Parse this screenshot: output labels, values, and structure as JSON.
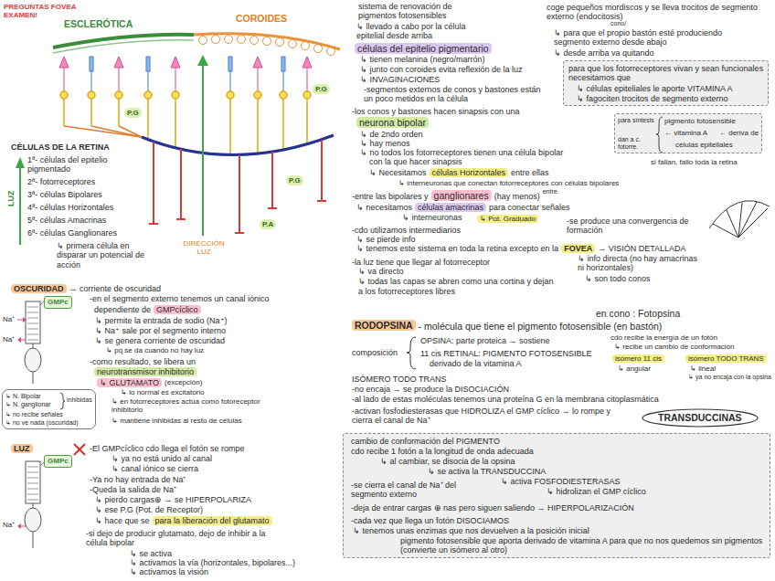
{
  "diagram": {
    "title": "PREGUNTAS FOVEA EXAMEN!",
    "nodes": [
      {
        "text": [
          "GMPc"
        ]
      },
      {
        "text": [
          "↳ N. Bipolar",
          "↳ N. ganglionar",
          "inhibidas",
          "↳ no recibe señales",
          "↳ no ve nada (oscuridad)"
        ]
      },
      {
        "text": [
          "GMPc"
        ]
      },
      {
        "text": [
          "para que los fotorreceptores vivan y sean funcionales necesitamos que",
          "↳ células epiteliales le aporte VITAMINA A",
          "↳ fagociten trocitos de segmento externo"
        ]
      },
      {
        "text": [
          "para síntesis",
          "dan a c. fotorre.",
          "pigmento fotosensible",
          "← vitamina A",
          "← deriva de",
          "células epiteliales"
        ]
      },
      {
        "text": [
          "TRANSDUCCINAS"
        ]
      },
      {
        "text": [
          "cambio de conformación del PIGMENTO",
          "cdo recibe 1 fotón a la longitud de onda adecuada",
          "↳ al cambiar, se disocia de la opsina",
          "↳ se activa la TRANSDUCCINA",
          "↳ activa FOSFODIESTERASAS",
          "↳ hidrolizan el GMP cíclico",
          "-se cierra el canal de Na⁺ del segmento externo",
          "-deja de entrar cargas ⊕ nas pero siguen saliendo → HIPERPOLARIZACIÓN",
          "-cada vez que llega un fotón DISOCIAMOS",
          "↳ tenemos unas enzimas que nos devuelven a la posición inicial",
          "pigmento fotosensible que aporta derivado de vitamina A para que no nos quedemos sin pigmentos (convierte un isómero al otro)"
        ]
      }
    ],
    "labels": [
      "ESCLERÓTICA",
      "COROIDES",
      "P.G",
      "P.G",
      "P.G",
      "P.A",
      "DIRECCIÓN LUZ",
      "CÉLULAS DE LA RETINA",
      "1ª- células del epitelio pigmentado",
      "2ª- fotorreceptores",
      "3ª- células Bipolares",
      "4ª- células Horizontales",
      "5ª- células Amacrinas",
      "6ª- células Ganglionares",
      "↳ primera célula en disparar un potencial de acción",
      "LUZ",
      "OSCURIDAD",
      "→ corriente de oscuridad",
      "Na⁺",
      "Na⁺",
      "-en el segmento externo tenemos un canal iónico",
      "dependiente de",
      "GMPcíclico",
      "↳ permite la entrada de sodio (Na⁺)",
      "↳ Na⁺ sale por el segmento interno",
      "↳ se genera corriente de oscuridad",
      "↳ pq se da cuando no hay luz",
      "-como resultado, se libera un",
      "neurotransmisor inhibitorio",
      "↳ GLUTAMATO",
      "(excepción)",
      "↳ lo normal es excitatorio",
      "↳ en fotorreceptores actúa como fotoreceptor inhibitorio",
      "↳ mantiene inhibidas al resto de células",
      "LUZ",
      "Na⁺",
      "-El GMPcíclico cdo llega el fotón se rompe",
      "↳ ya no está unido al canal",
      "↳ canal iónico se cierra",
      "-Ya no hay entrada de Na⁺",
      "-Queda la salida de Na⁺",
      "↳ pierdo cargas⊕ → se HIPERPOLARIZA",
      "↳ ese P.G (Pot. de Receptor)",
      "↳ hace que se",
      "para la liberación del glutamato",
      "-si dejo de producir glutamato, dejo de inhibir a la célula bipolar",
      "↳ se activa",
      "↳ activamos la vía (horizontales, bipolares...)",
      "↳ activamos la visión",
      "sistema de renovación de pigmentos fotosensibles",
      "↳ llevado a cabo por la célula epitelial desde arriba",
      "coge pequeños mordiscos y se lleva trocitos de segmento externo (endocitosis)",
      "cono/",
      "↳ para que el propio bastón esté produciendo segmento externo desde abajo",
      "↳ desde arriba va quitando",
      "células del epitelio pigmentario",
      "↳ tienen melanina (negro/marrón)",
      "↳ junto con coroides evita reflexión de la luz",
      "↳ INVAGINACIONES",
      "-segmentos externos de conos y bastones están un poco metidos en la célula",
      "-los conos y bastones hacen sinapsis con una",
      "neurona bipolar",
      "↳ de 2ndo orden",
      "↳ hay menos",
      "↳ no todos los fotorreceptores tienen una célula bipolar",
      "con la que hacer sinapsis",
      "si fallan, fallo toda la retina",
      "↳ Necesitamos",
      "células Horizontales",
      "entre ellas",
      "↳ interneuronas que conectan fotorreceptores con células bipolares",
      "-entre las bipolares y",
      "ganglionares",
      "(hay menos)",
      "entre",
      "↳ necesitamos",
      "células amacrinas",
      "para conectar señales",
      "↳ interneuronas",
      "↳ Pot. Graduado",
      "-se produce una convergencia de formación",
      "-cdo utilizamos intermediarios",
      "↳ se pierde info",
      "↳ tenemos este sistema en toda la retina excepto en la",
      "FOVEA",
      "→ VISIÓN DETALLADA",
      "↳ info directa (no hay amacrinas ni horizontales)",
      "↳ son todo conos",
      "-la luz tiene que llegar al fotorreceptor",
      "↳ va directo",
      "↳ todas las capas se abren como una cortina y dejan",
      "a los fotorreceptores libres",
      "en cono : Fotopsina",
      "RODOPSINA",
      "- molécula que tiene el pigmento fotosensible (en bastón)",
      "composición",
      "OPSINA: parte proteica → sostiene",
      "11 cis RETINAL: PIGMENTO FOTOSENSIBLE",
      "derivado de la vitamina A",
      "cdo recibe la energía de un fotón",
      "↳ recibe un cambio de conformación",
      "isómero 11 cis",
      "↳ angular",
      "isómero TODO TRANS",
      "↳ lineal",
      "↳ ya no encaja con la opsina",
      "ISÓMERO TODO TRANS",
      "-no encaja → se produce la DISOCIACIÓN",
      "-al lado de estas moléculas tenemos una proteína G en la membrana citoplasmática",
      "-activan fosfodiesterasas que HIDROLIZA el GMP cíclico → lo rompe y cierra el canal de Na⁺"
    ]
  }
}
